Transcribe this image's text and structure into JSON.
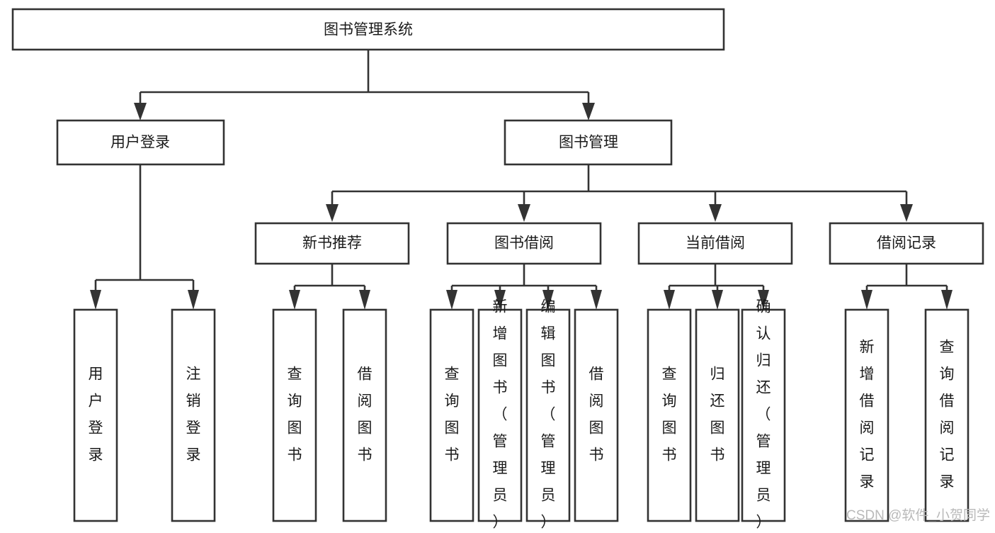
{
  "diagram": {
    "title": "图书管理系统",
    "type": "tree",
    "root": {
      "id": "root",
      "label": "图书管理系统"
    },
    "level2": [
      {
        "id": "user-login",
        "label": "用户登录"
      },
      {
        "id": "book-manage",
        "label": "图书管理"
      }
    ],
    "level3": [
      {
        "id": "new-book-rec",
        "label": "新书推荐",
        "parent": "book-manage"
      },
      {
        "id": "book-borrow",
        "label": "图书借阅",
        "parent": "book-manage"
      },
      {
        "id": "current-borrow",
        "label": "当前借阅",
        "parent": "book-manage"
      },
      {
        "id": "borrow-record",
        "label": "借阅记录",
        "parent": "book-manage"
      }
    ],
    "leaves": [
      {
        "id": "leaf-user-login",
        "label": "用户登录",
        "parent": "user-login"
      },
      {
        "id": "leaf-user-logout",
        "label": "注销登录",
        "parent": "user-login"
      },
      {
        "id": "leaf-query-book-1",
        "label": "查询图书",
        "parent": "new-book-rec"
      },
      {
        "id": "leaf-borrow-book-1",
        "label": "借阅图书",
        "parent": "new-book-rec"
      },
      {
        "id": "leaf-query-book-2",
        "label": "查询图书",
        "parent": "book-borrow"
      },
      {
        "id": "leaf-add-book",
        "label": "新增图书（管理员）",
        "parent": "book-borrow"
      },
      {
        "id": "leaf-edit-book",
        "label": "编辑图书（管理员）",
        "parent": "book-borrow"
      },
      {
        "id": "leaf-borrow-book-2",
        "label": "借阅图书",
        "parent": "book-borrow"
      },
      {
        "id": "leaf-query-book-3",
        "label": "查询图书",
        "parent": "current-borrow"
      },
      {
        "id": "leaf-return-book",
        "label": "归还图书",
        "parent": "current-borrow"
      },
      {
        "id": "leaf-confirm-return",
        "label": "确认归还（管理员）",
        "parent": "current-borrow"
      },
      {
        "id": "leaf-add-record",
        "label": "新增借阅记录",
        "parent": "borrow-record"
      },
      {
        "id": "leaf-query-record",
        "label": "查询借阅记录",
        "parent": "borrow-record"
      }
    ],
    "colors": {
      "box_stroke": "#333333",
      "box_fill": "#ffffff",
      "text": "#1a1a1a",
      "background": "#ffffff",
      "watermark": "#b9b9b9"
    }
  },
  "watermark": {
    "text": "CSDN @软件_小贺同学"
  }
}
